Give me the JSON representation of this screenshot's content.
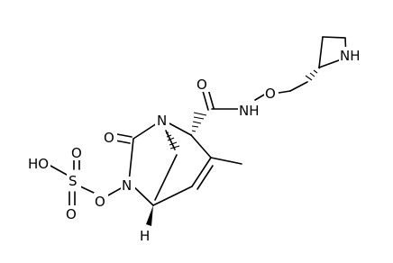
{
  "molecule": {
    "atoms": {
      "n_bridge": "N",
      "n_amide": "N",
      "h_amide": "H",
      "o_ring_carbonyl": "O",
      "o_sulfate_ester": "O",
      "s_sulfur": "S",
      "o_s_top": "O",
      "o_s_bottom": "O",
      "ho_sulfate": "HO",
      "o_amide_carbonyl": "O",
      "nh_amide": "NH",
      "o_oxyamine": "O",
      "nh_azetidine": "NH",
      "h_bridgehead": "H"
    }
  }
}
